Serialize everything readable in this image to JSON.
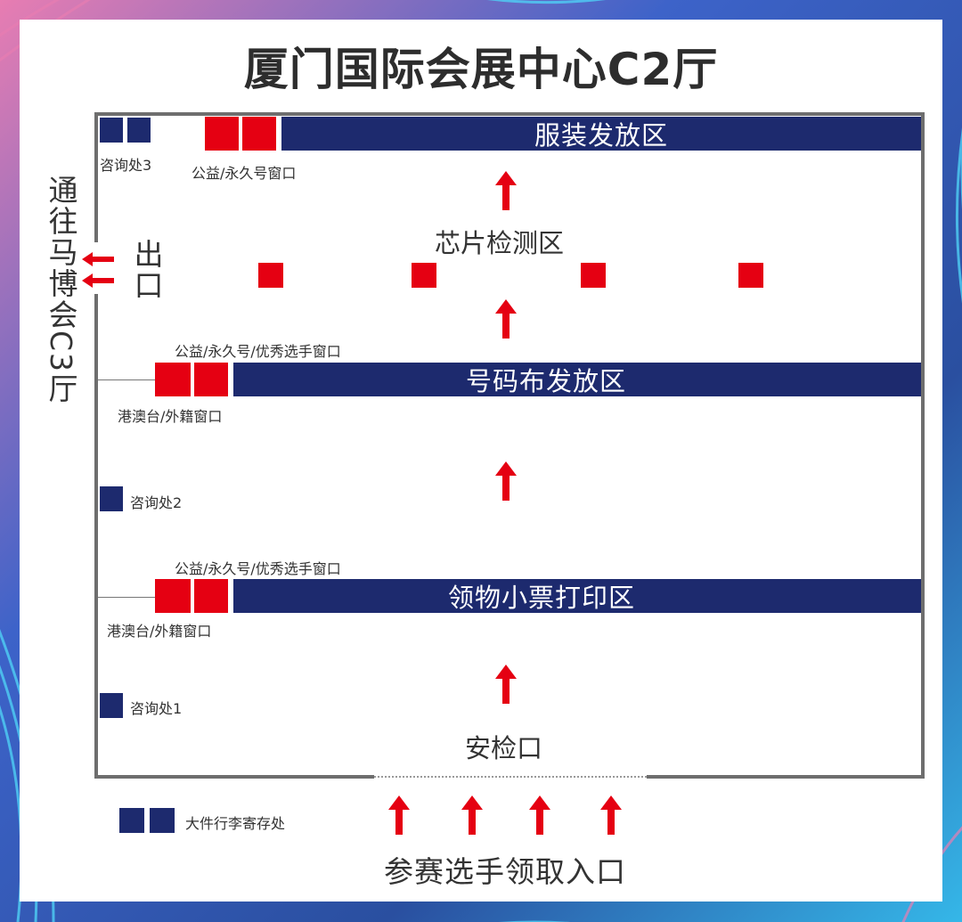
{
  "title": "厦门国际会展中心C2厅",
  "zones": {
    "clothing": "服装发放区",
    "chip": "芯片检测区",
    "number": "号码布发放区",
    "receipt": "领物小票打印区",
    "security": "安检口"
  },
  "labels": {
    "info3": "咨询处3",
    "info2": "咨询处2",
    "info1": "咨询处1",
    "window_top": "公益/永久号窗口",
    "window_mid": "公益/永久号/优秀选手窗口",
    "foreign_mid": "港澳台/外籍窗口",
    "window_low": "公益/永久号/优秀选手窗口",
    "foreign_low": "港澳台/外籍窗口",
    "luggage": "大件行李寄存处"
  },
  "exit": {
    "label": "出口",
    "to": "通往马博会C3厅"
  },
  "entrance": "参赛选手领取入口",
  "colors": {
    "navy": "#1d2a6e",
    "red": "#e50012",
    "background": "#2a4fa0"
  }
}
